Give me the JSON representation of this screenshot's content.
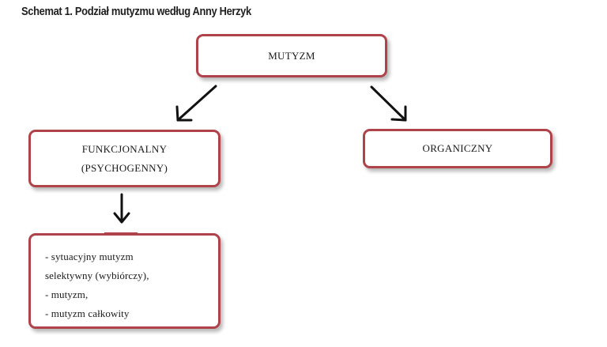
{
  "title": "Schemat 1. Podział mutyzmu według Anny Herzyk",
  "nodes": {
    "root": {
      "label": "MUTYZM"
    },
    "functional": {
      "line1": "FUNKCJONALNY",
      "line2": "(PSYCHOGENNY)"
    },
    "organic": {
      "label": "ORGANICZNY"
    },
    "functional_types": {
      "lines": [
        "- sytuacyjny mutyzm",
        "selektywny (wybiórczy),",
        "- mutyzm,",
        "- mutyzm całkowity"
      ]
    }
  },
  "edges": [
    {
      "from": "MUTYZM",
      "to": "FUNKCJONALNY (PSYCHOGENNY)"
    },
    {
      "from": "MUTYZM",
      "to": "ORGANICZNY"
    },
    {
      "from": "FUNKCJONALNY (PSYCHOGENNY)",
      "to": "- sytuacyjny mutyzm selektywny (wybiórczy), - mutyzm, - mutyzm całkowity"
    }
  ],
  "colors": {
    "box_border": "#b0424a",
    "arrow": "#111111",
    "text": "#1a1a1a"
  }
}
